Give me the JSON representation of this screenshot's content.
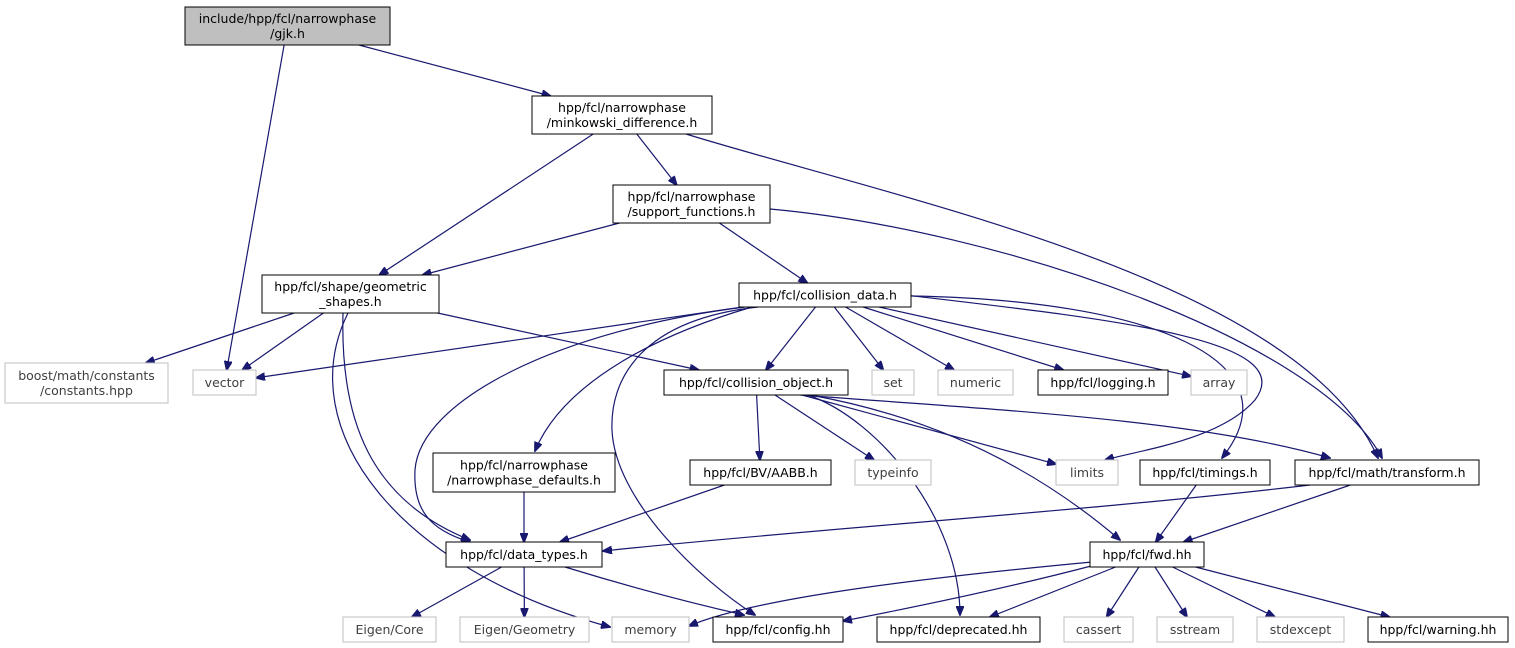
{
  "colors": {
    "edge": "#191970",
    "root_fill": "#bfbfbf",
    "node_stroke": "#000000",
    "external_stroke": "#bfbfbf",
    "external_text": "#404040"
  },
  "nodes": [
    {
      "id": "gjk",
      "kind": "root",
      "lines": [
        "include/hpp/fcl/narrowphase",
        "/gjk.h"
      ]
    },
    {
      "id": "minkowski",
      "kind": "internal",
      "lines": [
        "hpp/fcl/narrowphase",
        "/minkowski_difference.h"
      ]
    },
    {
      "id": "support",
      "kind": "internal",
      "lines": [
        "hpp/fcl/narrowphase",
        "/support_functions.h"
      ]
    },
    {
      "id": "geometric",
      "kind": "internal",
      "lines": [
        "hpp/fcl/shape/geometric",
        "_shapes.h"
      ]
    },
    {
      "id": "collision_data",
      "kind": "internal",
      "lines": [
        "hpp/fcl/collision_data.h"
      ]
    },
    {
      "id": "boost_constants",
      "kind": "external",
      "lines": [
        "boost/math/constants",
        "/constants.hpp"
      ]
    },
    {
      "id": "vector",
      "kind": "external",
      "lines": [
        "vector"
      ]
    },
    {
      "id": "collision_object",
      "kind": "internal",
      "lines": [
        "hpp/fcl/collision_object.h"
      ]
    },
    {
      "id": "set",
      "kind": "external",
      "lines": [
        "set"
      ]
    },
    {
      "id": "numeric",
      "kind": "external",
      "lines": [
        "numeric"
      ]
    },
    {
      "id": "logging",
      "kind": "internal",
      "lines": [
        "hpp/fcl/logging.h"
      ]
    },
    {
      "id": "array",
      "kind": "external",
      "lines": [
        "array"
      ]
    },
    {
      "id": "narrowphase_defaults",
      "kind": "internal",
      "lines": [
        "hpp/fcl/narrowphase",
        "/narrowphase_defaults.h"
      ]
    },
    {
      "id": "aabb",
      "kind": "internal",
      "lines": [
        "hpp/fcl/BV/AABB.h"
      ]
    },
    {
      "id": "typeinfo",
      "kind": "external",
      "lines": [
        "typeinfo"
      ]
    },
    {
      "id": "limits",
      "kind": "external",
      "lines": [
        "limits"
      ]
    },
    {
      "id": "timings",
      "kind": "internal",
      "lines": [
        "hpp/fcl/timings.h"
      ]
    },
    {
      "id": "transform",
      "kind": "internal",
      "lines": [
        "hpp/fcl/math/transform.h"
      ]
    },
    {
      "id": "data_types",
      "kind": "internal",
      "lines": [
        "hpp/fcl/data_types.h"
      ]
    },
    {
      "id": "fwd",
      "kind": "internal",
      "lines": [
        "hpp/fcl/fwd.hh"
      ]
    },
    {
      "id": "eigen_core",
      "kind": "external",
      "lines": [
        "Eigen/Core"
      ]
    },
    {
      "id": "eigen_geometry",
      "kind": "external",
      "lines": [
        "Eigen/Geometry"
      ]
    },
    {
      "id": "memory",
      "kind": "external",
      "lines": [
        "memory"
      ]
    },
    {
      "id": "config",
      "kind": "internal",
      "lines": [
        "hpp/fcl/config.hh"
      ]
    },
    {
      "id": "deprecated",
      "kind": "internal",
      "lines": [
        "hpp/fcl/deprecated.hh"
      ]
    },
    {
      "id": "cassert",
      "kind": "external",
      "lines": [
        "cassert"
      ]
    },
    {
      "id": "sstream",
      "kind": "external",
      "lines": [
        "sstream"
      ]
    },
    {
      "id": "stdexcept",
      "kind": "external",
      "lines": [
        "stdexcept"
      ]
    },
    {
      "id": "warning",
      "kind": "internal",
      "lines": [
        "hpp/fcl/warning.hh"
      ]
    }
  ],
  "edges": [
    [
      "gjk",
      "vector"
    ],
    [
      "gjk",
      "minkowski"
    ],
    [
      "minkowski",
      "geometric"
    ],
    [
      "minkowski",
      "support"
    ],
    [
      "minkowski",
      "transform"
    ],
    [
      "support",
      "geometric"
    ],
    [
      "support",
      "collision_data"
    ],
    [
      "support",
      "transform"
    ],
    [
      "geometric",
      "boost_constants"
    ],
    [
      "geometric",
      "vector"
    ],
    [
      "geometric",
      "collision_object"
    ],
    [
      "geometric",
      "data_types"
    ],
    [
      "geometric",
      "memory"
    ],
    [
      "collision_data",
      "vector"
    ],
    [
      "collision_data",
      "collision_object"
    ],
    [
      "collision_data",
      "set"
    ],
    [
      "collision_data",
      "numeric"
    ],
    [
      "collision_data",
      "logging"
    ],
    [
      "collision_data",
      "array"
    ],
    [
      "collision_data",
      "limits"
    ],
    [
      "collision_data",
      "timings"
    ],
    [
      "collision_data",
      "narrowphase_defaults"
    ],
    [
      "collision_data",
      "data_types"
    ],
    [
      "collision_data",
      "config"
    ],
    [
      "collision_object",
      "aabb"
    ],
    [
      "collision_object",
      "typeinfo"
    ],
    [
      "collision_object",
      "limits"
    ],
    [
      "collision_object",
      "transform"
    ],
    [
      "collision_object",
      "fwd"
    ],
    [
      "collision_object",
      "deprecated"
    ],
    [
      "narrowphase_defaults",
      "data_types"
    ],
    [
      "aabb",
      "data_types"
    ],
    [
      "timings",
      "fwd"
    ],
    [
      "transform",
      "data_types"
    ],
    [
      "transform",
      "fwd"
    ],
    [
      "data_types",
      "eigen_core"
    ],
    [
      "data_types",
      "eigen_geometry"
    ],
    [
      "data_types",
      "config"
    ],
    [
      "fwd",
      "memory"
    ],
    [
      "fwd",
      "config"
    ],
    [
      "fwd",
      "deprecated"
    ],
    [
      "fwd",
      "cassert"
    ],
    [
      "fwd",
      "sstream"
    ],
    [
      "fwd",
      "stdexcept"
    ],
    [
      "fwd",
      "warning"
    ]
  ]
}
